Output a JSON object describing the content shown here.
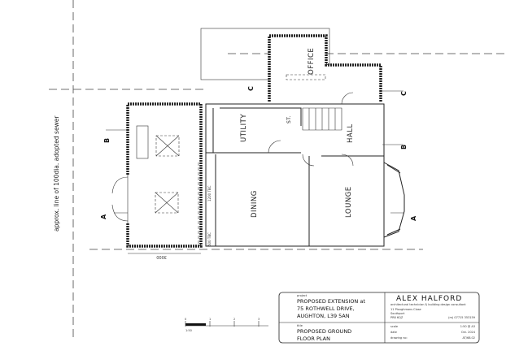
{
  "plan": {
    "rooms": {
      "office": "OFFICE",
      "utility": "UTILITY",
      "dining": "DINING",
      "lounge": "LOUNGE",
      "hall": "HALL",
      "store": "ST."
    },
    "sewer_note": "approx. line of 100dia. adopted sewer",
    "section_markers": {
      "a": "A",
      "b": "B",
      "c": "C"
    },
    "dimensions": {
      "extension_width": "3000",
      "extension_depth": "1200 TBC",
      "wall_depth": "500 TBC"
    },
    "scale_bar": {
      "label": "1:50",
      "ticks": [
        "0",
        "1",
        "2",
        "3"
      ]
    }
  },
  "title_block": {
    "project_caption": "project",
    "project_lines": [
      "PROPOSED EXTENSION at",
      "75 ROTHWELL DRIVE,",
      "AUGHTON, L39 5AN"
    ],
    "title_caption": "title",
    "title_lines": [
      "PROPOSED GROUND",
      "FLOOR PLAN"
    ],
    "company": "ALEX HALFORD",
    "company_tagline": "architectural technician & building design consultant",
    "address_lines": [
      "11 Ploughmans Close",
      "Southport",
      "PR8 6QZ"
    ],
    "phone": "(m) 07715 353159",
    "scale_label": "scale",
    "scale_value": "1:50 @ A3",
    "date_label": "date",
    "date_value": "Oct. 2024",
    "drawing_label": "drawing no:",
    "drawing_value": "AT/68.02"
  }
}
